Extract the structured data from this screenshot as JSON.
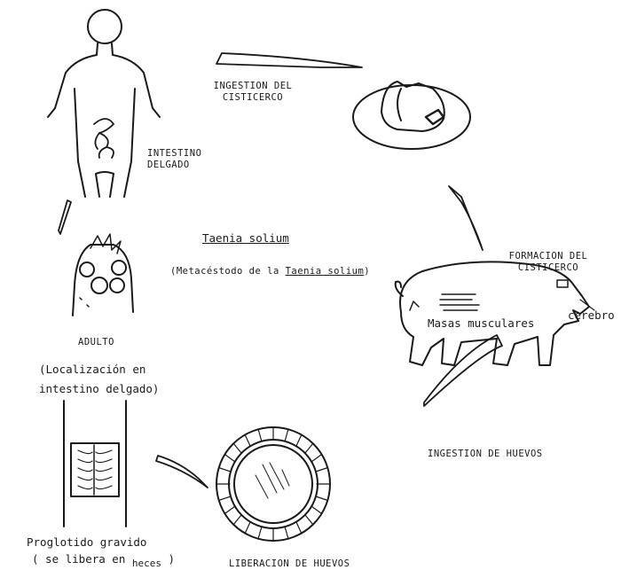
{
  "center": {
    "title": "Taenia solium",
    "subtitle_prefix": "(Metacéstodo de la ",
    "subtitle_species": "Taenia solium",
    "subtitle_suffix": ")"
  },
  "stages": {
    "ingestion_cisticerco": [
      "INGESTION DEL",
      "CISTICERCO"
    ],
    "intestino": [
      "INTESTINO",
      "DELGADO"
    ],
    "formacion": [
      "FORMACION DEL",
      "CISTICERCO"
    ],
    "pig_muscle": "Masas musculares",
    "pig_brain": "cerebro",
    "ingestion_huevos": "INGESTION DE HUEVOS",
    "adulto": "ADULTO",
    "adulto_desc": [
      "(Localización en",
      "intestino delgado)"
    ],
    "proglotido": "Proglotido gravido",
    "proglotido_desc_prefix": "( se libera en ",
    "proglotido_desc_word": "heces",
    "proglotido_desc_suffix": " )",
    "liberacion": "LIBERACION DE HUEVOS"
  },
  "colors": {
    "ink": "#1a1a1a",
    "paper": "#ffffff"
  }
}
